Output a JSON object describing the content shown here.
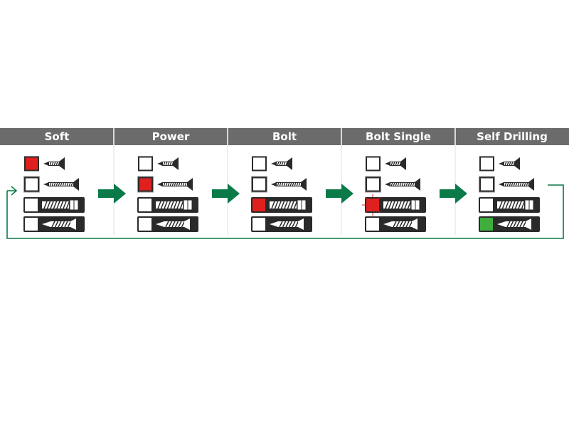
{
  "colors": {
    "header_bg": "#6b6b6b",
    "header_text": "#ffffff",
    "arrow": "#0a7a48",
    "loop_line": "#0a7a48",
    "indicator_red": "#e0201f",
    "indicator_green": "#3fae3f",
    "indicator_off": "#ffffff",
    "icon_dark": "#2a2a2a",
    "separator": "#e0e0e0"
  },
  "modes": [
    {
      "label": "Soft",
      "active_row": 0,
      "active_color": "red"
    },
    {
      "label": "Power",
      "active_row": 1,
      "active_color": "red"
    },
    {
      "label": "Bolt",
      "active_row": 2,
      "active_color": "red"
    },
    {
      "label": "Bolt Single",
      "active_row": 2,
      "active_color": "red",
      "blinking": true
    },
    {
      "label": "Self Drilling",
      "active_row": 3,
      "active_color": "green"
    }
  ],
  "rows": [
    {
      "icon": "small-screw-icon"
    },
    {
      "icon": "long-screw-icon"
    },
    {
      "icon": "bolt-icon"
    },
    {
      "icon": "self-drilling-screw-icon"
    }
  ],
  "arrows": 4,
  "loop_back": true
}
